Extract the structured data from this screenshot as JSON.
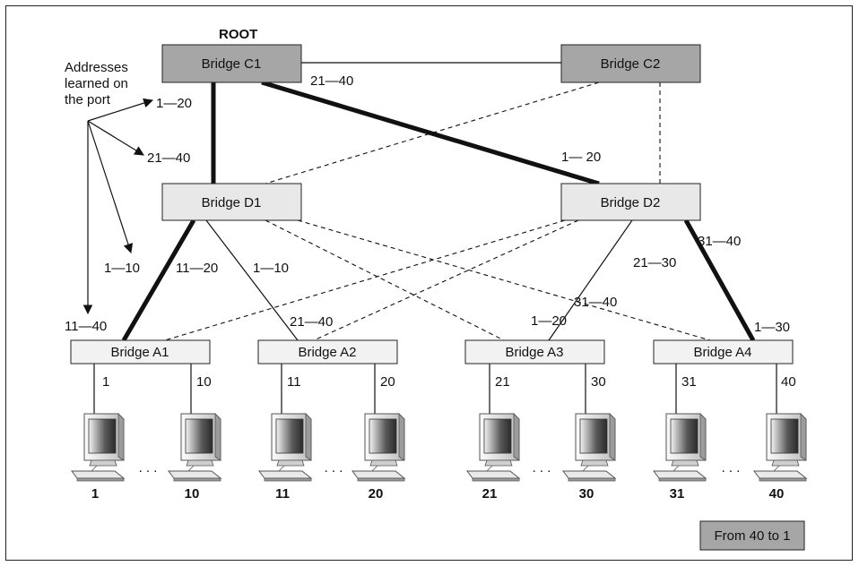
{
  "root_label": "ROOT",
  "annotation_lines": [
    "Addresses",
    "learned on",
    "the port"
  ],
  "bridges": {
    "c1": "Bridge C1",
    "c2": "Bridge C2",
    "d1": "Bridge D1",
    "d2": "Bridge D2",
    "a1": "Bridge A1",
    "a2": "Bridge A2",
    "a3": "Bridge A3",
    "a4": "Bridge A4"
  },
  "port_ranges": {
    "c1_right": "21—40",
    "d2_top": "1— 20",
    "arrow_1_20": "1—20",
    "arrow_21_40": "21—40",
    "arrow_1_10": "1—10",
    "arrow_11_40": "11—40",
    "d1_a1": "11—20",
    "d1_a2": "1—10",
    "a2_top": "21—40",
    "d2_a3": "21—30",
    "a3_31_40": "31—40",
    "a3_top": "1—20",
    "d2_a4": "31—40",
    "a4_top": "1—30"
  },
  "drop_ports": [
    "1",
    "10",
    "11",
    "20",
    "21",
    "30",
    "31",
    "40"
  ],
  "hosts": [
    "1",
    "10",
    "11",
    "20",
    "21",
    "30",
    "31",
    "40"
  ],
  "ellipsis": ". . .",
  "legend": "From 40 to 1",
  "colors": {
    "core_bridge": "#a6a6a6",
    "dist_bridge": "#e8e8e8",
    "access_bridge": "#f2f2f2",
    "legend_box": "#a6a6a6",
    "border": "#222222"
  }
}
